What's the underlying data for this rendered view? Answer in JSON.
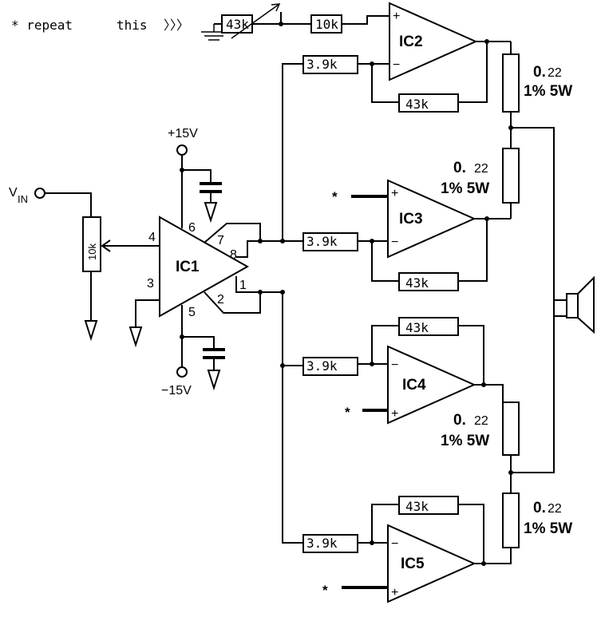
{
  "header": {
    "repeat_note": "* repeat",
    "this_note": "this",
    "arrows": "〉〉〉",
    "repeat_r1": "43k",
    "repeat_r2": "10k"
  },
  "ic1": {
    "label": "IC1",
    "pin4": "4",
    "pin3": "3",
    "pin6": "6",
    "pin5": "5",
    "pin7": "7",
    "pin8": "8",
    "pin1": "1",
    "pin2": "2",
    "supply_pos": "+15V",
    "supply_neg": "−15V"
  },
  "input": {
    "vin_main": "V",
    "vin_sub": "IN",
    "pot": "10k"
  },
  "amps": [
    {
      "label": "IC2",
      "plus": "+",
      "minus": "−",
      "rin": "3.9k",
      "rfb": "43k"
    },
    {
      "label": "IC3",
      "plus": "+",
      "minus": "−",
      "rin": "3.9k",
      "rfb": "43k",
      "star": "*"
    },
    {
      "label": "IC4",
      "plus": "+",
      "minus": "−",
      "rin": "3.9k",
      "rfb": "43k",
      "star": "*"
    },
    {
      "label": "IC5",
      "plus": "+",
      "minus": "−",
      "rin": "3.9k",
      "rfb": "43k",
      "star": "*"
    }
  ],
  "output_resistors": [
    {
      "value_a": "0.",
      "value_b": "22",
      "spec": "1% 5W"
    },
    {
      "value_a": "0.",
      "value_b": "22",
      "spec": "1% 5W"
    },
    {
      "value_a": "0.",
      "value_b": "22",
      "spec": "1% 5W"
    },
    {
      "value_a": "0.",
      "value_b": "22",
      "spec": "1% 5W"
    }
  ]
}
